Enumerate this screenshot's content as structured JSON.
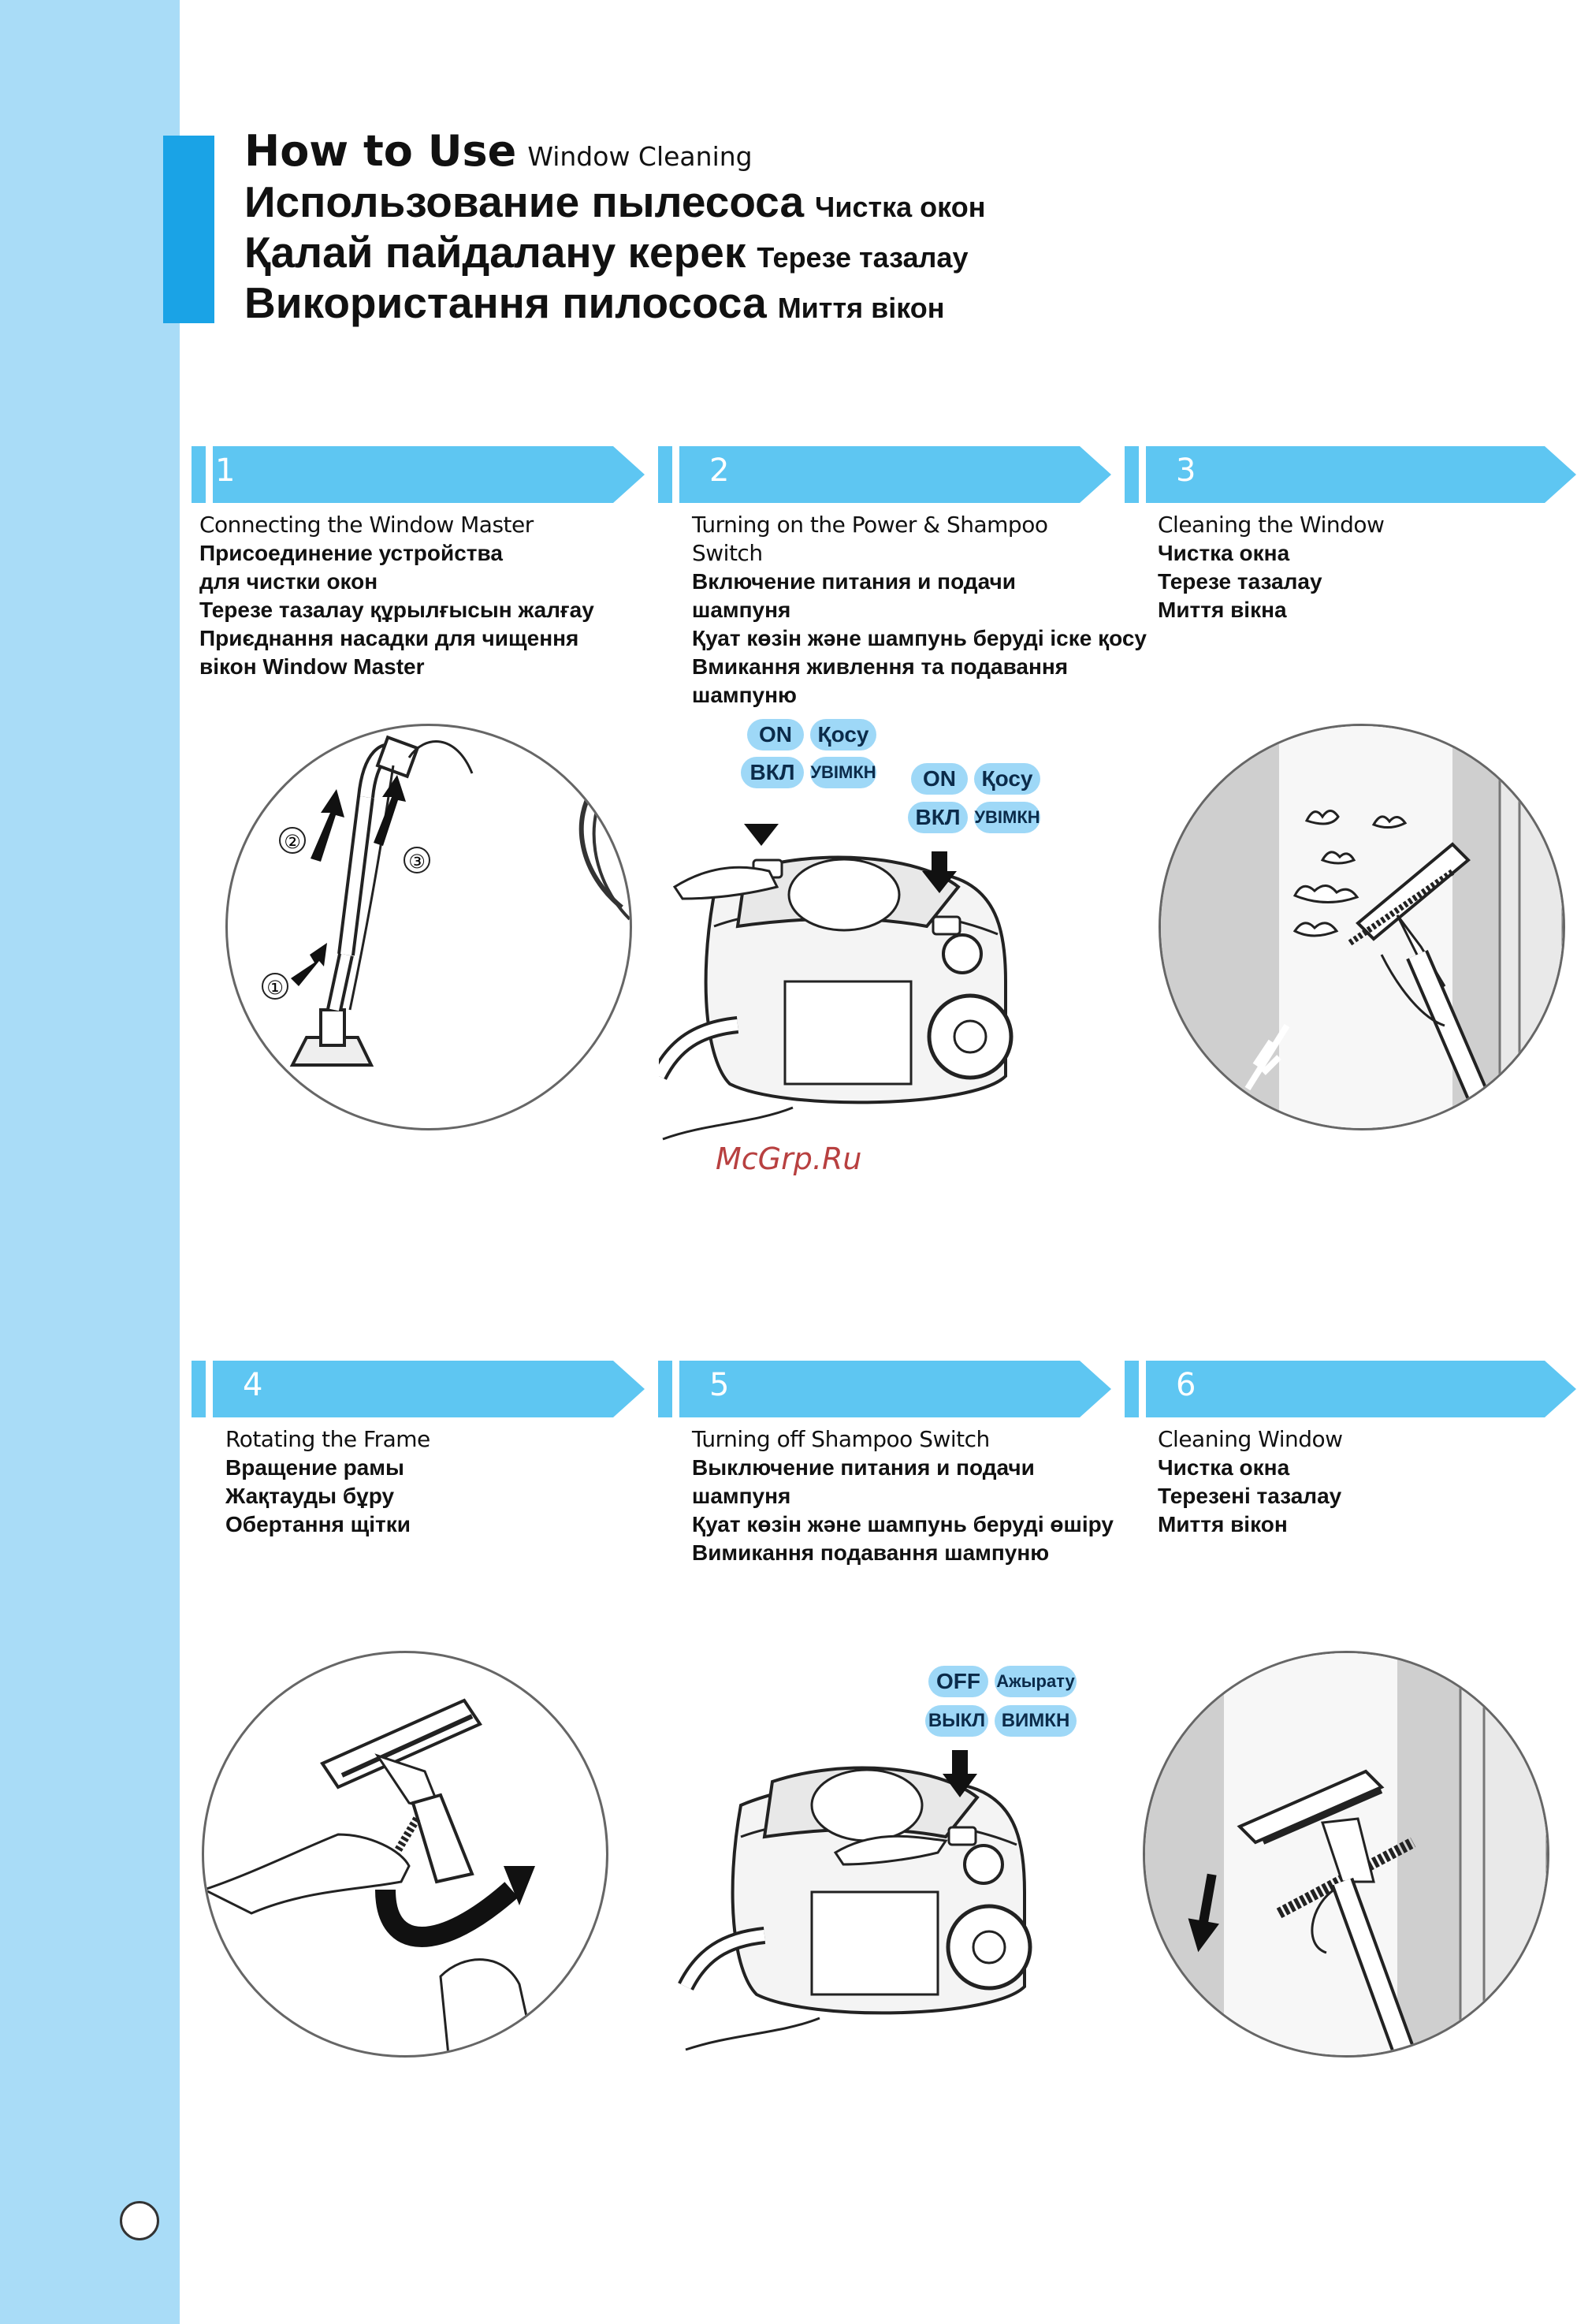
{
  "title": {
    "lines": [
      {
        "main": "How to Use",
        "sub": "Window Cleaning"
      },
      {
        "main": "Использование пылесоса",
        "sub": "Чистка окон"
      },
      {
        "main": "Қалай пайдалану керек",
        "sub": "Терезе тазалау"
      },
      {
        "main": "Використання пилососа",
        "sub": "Миття вікон"
      }
    ]
  },
  "steps": [
    {
      "number": "1",
      "lines": [
        "Connecting the Window Master",
        "Присоединение устройства",
        "для чистки окон",
        "Терезе тазалау құрылғысын  жалғау",
        "Приєднання насадки для чищення",
        "вікон Window Master"
      ]
    },
    {
      "number": "2",
      "lines": [
        "Turning  on the Power & Shampoo",
        "Switch",
        "Включение питания и подачи",
        "шампуня",
        "Қуат көзін және шампунь беруді іске қосу",
        "Вмикання живлення та подавання",
        "шампуню"
      ]
    },
    {
      "number": "3",
      "lines": [
        "Cleaning the Window",
        "Чистка окна",
        "Терезе тазалау",
        "Миття вікна"
      ]
    },
    {
      "number": "4",
      "lines": [
        "Rotating the Frame",
        "Вращение рамы",
        "Жақтауды бұру",
        "Обертання щітки"
      ]
    },
    {
      "number": "5",
      "lines": [
        "Turning off Shampoo Switch",
        "Выключение питания и подачи",
        "шампуня",
        "Қуат көзін және шампунь беруді өшіру",
        "Вимикання подавання шампуню"
      ]
    },
    {
      "number": "6",
      "lines": [
        "Cleaning Window",
        "Чистка окна",
        "Терезені тазалау",
        "Миття вікон"
      ]
    }
  ],
  "step1_markers": [
    "①",
    "②",
    "③"
  ],
  "switch_labels": {
    "on": "ON",
    "on_kz": "Қосу",
    "on_ru": "ВКЛ",
    "on_ua": "УВІМКН",
    "off": "OFF",
    "off_kz": "Ажырату",
    "off_ru": "ВЫКЛ",
    "off_ua": "ВИМКН"
  },
  "watermark": "McGrp.Ru",
  "colors": {
    "sidebar": "#a9dcf7",
    "title_bar": "#1aa3e6",
    "step_header": "#5ec6f2",
    "pill": "#9ed8f7"
  }
}
